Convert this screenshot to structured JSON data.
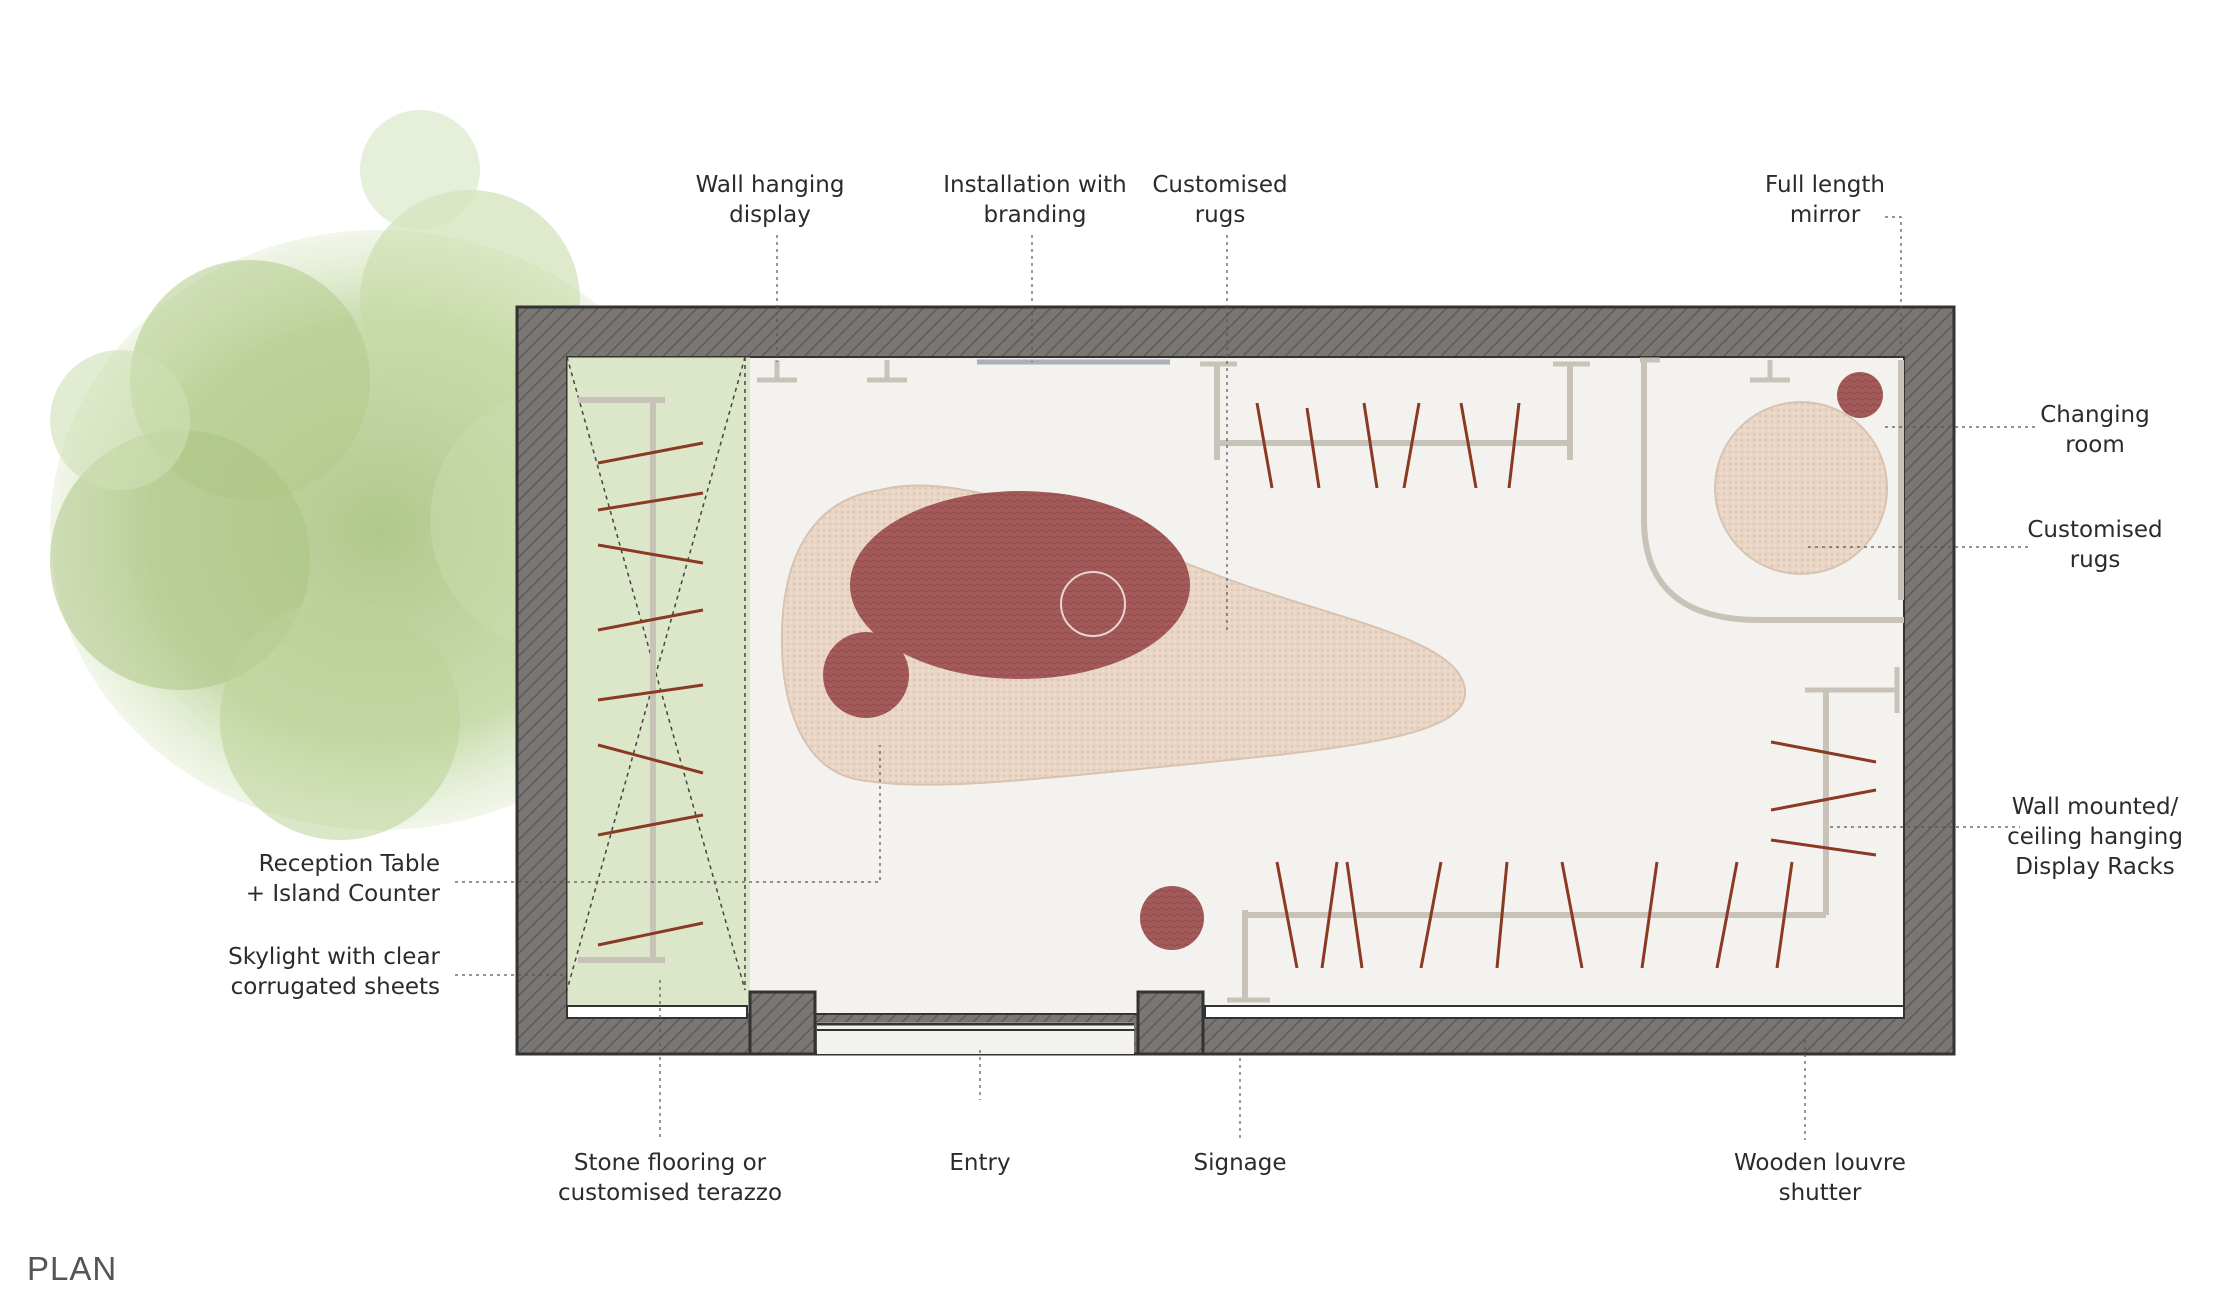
{
  "title": "PLAN",
  "labels": {
    "wall_hanging_display": "Wall hanging\ndisplay",
    "installation_branding": "Installation with\nbranding",
    "customised_rugs_top": "Customised\nrugs",
    "full_length_mirror": "Full length\nmirror",
    "changing_room": "Changing\nroom",
    "customised_rugs_right": "Customised\nrugs",
    "wall_mounted_racks": "Wall mounted/\nceiling hanging\nDisplay Racks",
    "reception_table": "Reception Table\n+ Island Counter",
    "skylight": "Skylight with clear\ncorrugated sheets",
    "stone_flooring": "Stone flooring or\ncustomised terazzo",
    "entry": "Entry",
    "signage": "Signage",
    "wooden_louvre": "Wooden louvre\nshutter"
  },
  "colors": {
    "wall": "#757170",
    "wall_outline": "#333333",
    "floor": "#f4f2ef",
    "rug_beige": "#e8d4c4",
    "rug_red": "#a35a58",
    "rack_rod": "#8a3a22",
    "fixture": "#c9c2b9",
    "tree": "#b5cc8e"
  }
}
